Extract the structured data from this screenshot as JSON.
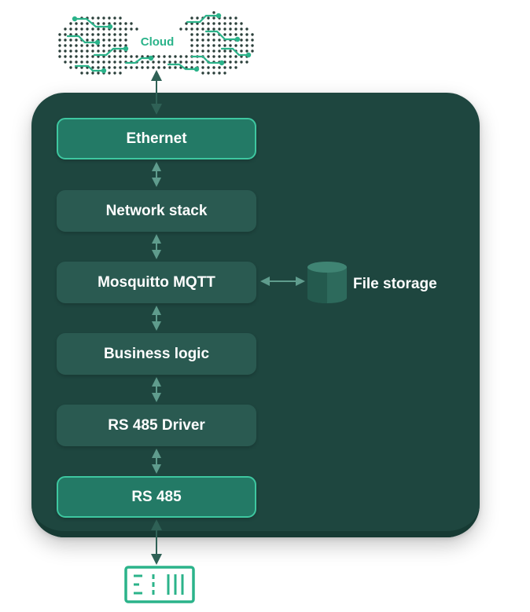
{
  "cloud": {
    "label": "Cloud"
  },
  "layers": [
    {
      "label": "Ethernet"
    },
    {
      "label": "Network stack"
    },
    {
      "label": "Mosquitto MQTT"
    },
    {
      "label": "Business logic"
    },
    {
      "label": "RS 485 Driver"
    },
    {
      "label": "RS 485"
    }
  ],
  "storage": {
    "label": "File storage"
  },
  "colors": {
    "panel": "#1e463f",
    "layer": "#2a5a51",
    "highlight_layer": "#237a66",
    "accent": "#2bb38a",
    "arrow_inner": "#5f9c8d",
    "arrow_outer": "#2f6156"
  }
}
